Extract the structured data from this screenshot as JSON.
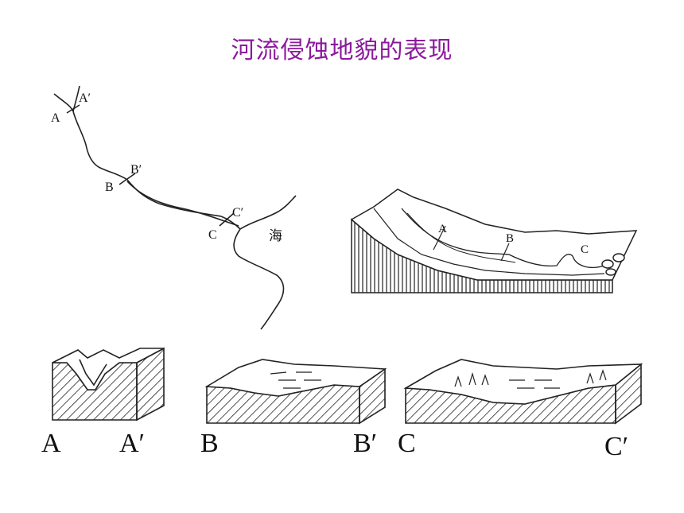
{
  "title": "河流侵蚀地貌的表现",
  "map": {
    "labels": {
      "a": "A",
      "a_prime": "A′",
      "b": "B",
      "b_prime": "B′",
      "c": "C",
      "c_prime": "C′",
      "sea": "海"
    }
  },
  "block_diagram": {
    "labels": {
      "a": "A",
      "b": "B",
      "c": "C"
    }
  },
  "cross_sections": [
    {
      "left": "A",
      "right": "A′"
    },
    {
      "left": "B",
      "right": "B′"
    },
    {
      "left": "C",
      "right": "C′"
    }
  ],
  "colors": {
    "title": "#8b1a9c",
    "ink": "#111111"
  }
}
